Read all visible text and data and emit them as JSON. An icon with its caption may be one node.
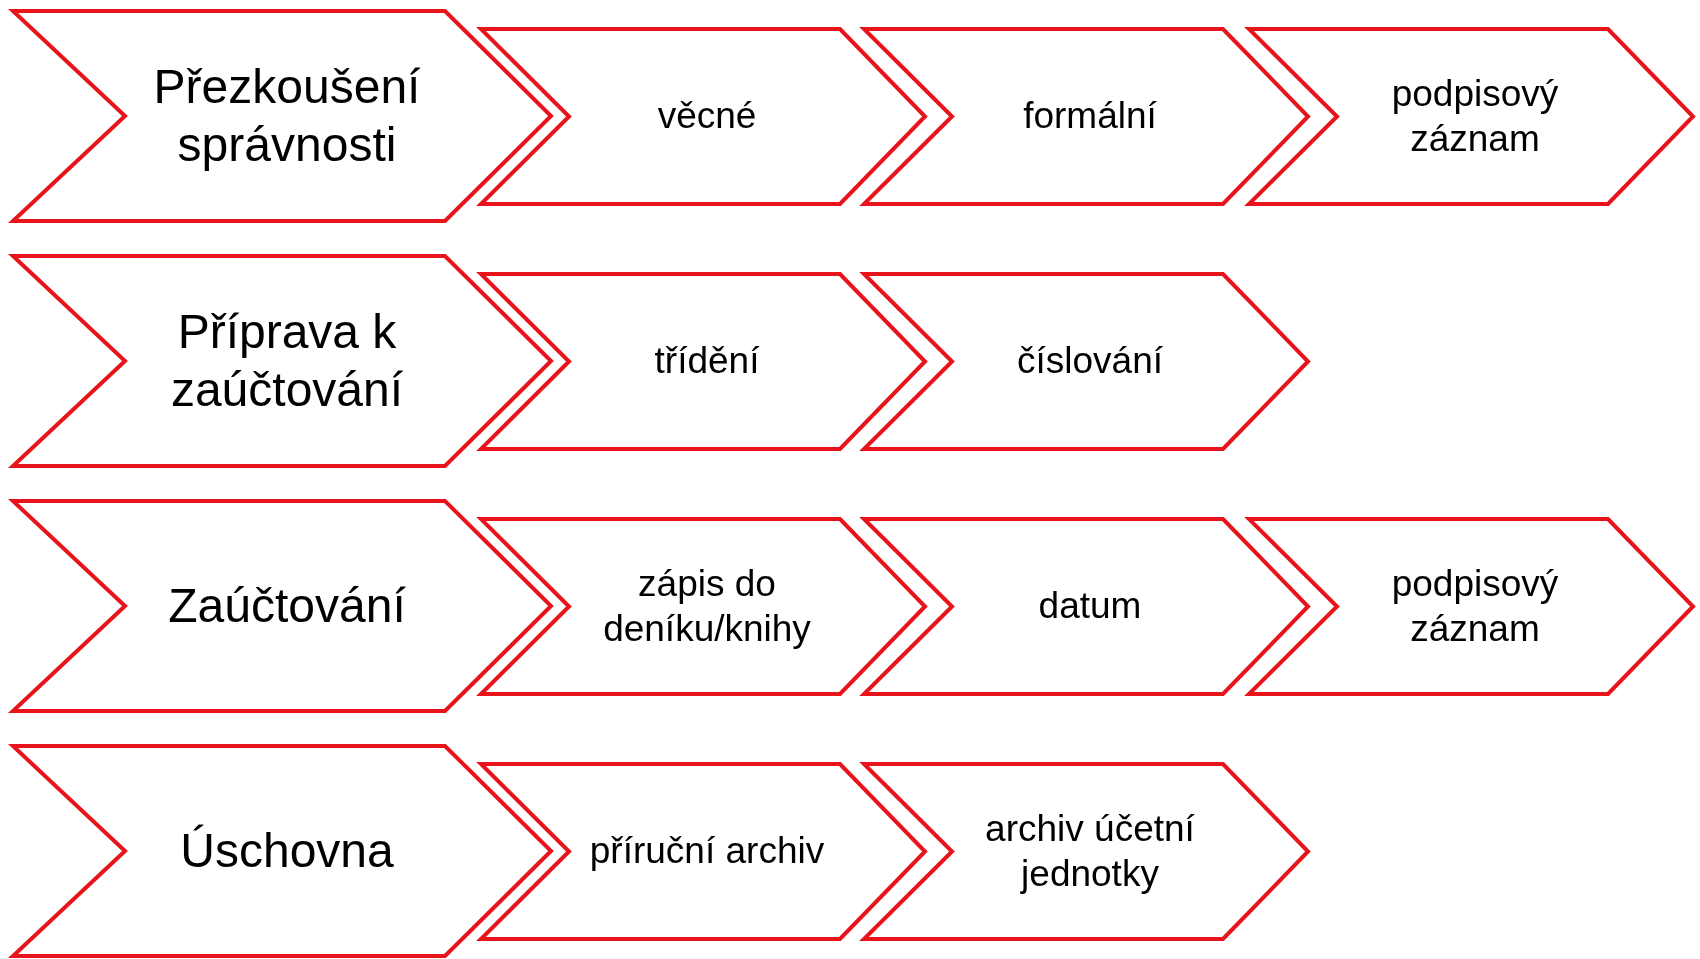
{
  "diagram": {
    "nodes": [
      {
        "text": [
          "Přezkoušení správnosti"
        ]
      },
      {
        "text": [
          "věcné"
        ]
      },
      {
        "text": [
          "formální"
        ]
      },
      {
        "text": [
          "podpisový záznam"
        ]
      },
      {
        "text": [
          "Příprava k zaúčtování"
        ]
      },
      {
        "text": [
          "třídění"
        ]
      },
      {
        "text": [
          "číslování"
        ]
      },
      {
        "text": [
          "Zaúčtování"
        ]
      },
      {
        "text": [
          "zápis do deníku/knihy"
        ]
      },
      {
        "text": [
          "datum"
        ]
      },
      {
        "text": [
          "podpisový záznam"
        ]
      },
      {
        "text": [
          "Úschovna"
        ]
      },
      {
        "text": [
          "příruční archiv"
        ]
      },
      {
        "text": [
          "archiv účetní jednotky"
        ]
      }
    ]
  }
}
